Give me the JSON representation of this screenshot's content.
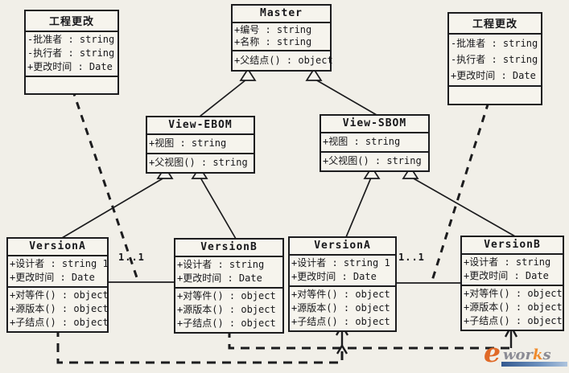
{
  "canvas": {
    "background": "#f1efe8",
    "line_color": "#1c1c1e"
  },
  "classes": {
    "ec_left": {
      "title": "工程更改",
      "attributes": [
        "-批准者 : string",
        "-执行者 : string",
        "+更改时间 : Date"
      ],
      "methods": []
    },
    "master": {
      "title": "Master",
      "attributes": [
        "+编号 : string",
        "+名称 : string"
      ],
      "methods": [
        "+父结点() : object"
      ]
    },
    "ec_right": {
      "title": "工程更改",
      "attributes": [
        "-批准者 : string",
        "-执行者 : string",
        "+更改时间 : Date"
      ],
      "methods": []
    },
    "view_ebom": {
      "title": "View-EBOM",
      "attributes": [
        "+视图 : string"
      ],
      "methods": [
        "+父视图() : string"
      ]
    },
    "view_sbom": {
      "title": "View-SBOM",
      "attributes": [
        "+视图 : string"
      ],
      "methods": [
        "+父视图() : string"
      ]
    },
    "version_a1": {
      "title": "VersionA",
      "attributes": [
        "+设计者 : string 1",
        "+更改时间 : Date"
      ],
      "methods": [
        "+对等件() : object",
        "+源版本() : object",
        "+子结点() : object"
      ]
    },
    "version_b1": {
      "title": "VersionB",
      "attributes": [
        "+设计者 : string",
        "+更改时间 : Date"
      ],
      "methods": [
        "+对等件() : object",
        "+源版本() : object",
        "+子结点() : object"
      ]
    },
    "version_a2": {
      "title": "VersionA",
      "attributes": [
        "+设计者 : string 1",
        "+更改时间 : Date"
      ],
      "methods": [
        "+对等件() : object",
        "+源版本() : object",
        "+子结点() : object"
      ]
    },
    "version_b2": {
      "title": "VersionB",
      "attributes": [
        "+设计者 : string",
        "+更改时间 : Date"
      ],
      "methods": [
        "+对等件() : object",
        "+源版本() : object",
        "+子结点() : object"
      ]
    }
  },
  "multiplicity_labels": [
    {
      "text": "1..1"
    },
    {
      "text": "1..1"
    }
  ],
  "logo": {
    "e": "e",
    "part1": "wor",
    "k": "k",
    "s": "s",
    "accent_orange": "#e06a28",
    "k_orange": "#ef8b2d",
    "text_gray": "#8b8b94",
    "bar_blue": "#33598f"
  }
}
